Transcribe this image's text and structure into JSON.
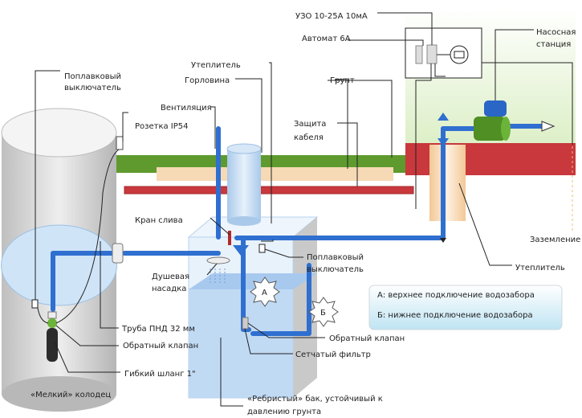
{
  "labels": {
    "float_switch_well_1": "Поплавковый",
    "float_switch_well_2": "выключатель",
    "socket": "Розетка IP54",
    "insulation_top": "Утеплитель",
    "neck": "Горловина",
    "ventilation": "Вентиляция",
    "ground": "Грунт",
    "cable_protection_1": "Защита",
    "cable_protection_2": "кабеля",
    "rcd": "УЗО  10-25А  10мА",
    "breaker": "Автомат 6А",
    "pump_station_1": "Насосная",
    "pump_station_2": "станция",
    "drain_valve": "Кран слива",
    "float_switch_tank_1": "Поплавковый",
    "float_switch_tank_2": "выключатель",
    "shower_head_1": "Душевая",
    "shower_head_2": "насадка",
    "marker_a": "А",
    "marker_b": "Б",
    "grounding": "Заземление",
    "insulation_right": "Утеплитель",
    "pipe_pnd": "Труба ПНД  32 мм",
    "check_valve_well": "Обратный клапан",
    "check_valve_tank": "Обратный клапан",
    "mesh_filter": "Сетчатый фильтр",
    "flex_hose": "Гибкий шланг 1\"",
    "shallow_well": "«Мелкий» колодец",
    "tank_1": "«Ребристый» бак, устойчивый к",
    "tank_2": "давлению грунта"
  },
  "legend": {
    "a": "А: верхнее подключение водозабора",
    "b": "Б: нижнее подключение водозабора"
  },
  "colors": {
    "pipe": "#2f6fd0",
    "ground_green": "#5e9a2e",
    "cable_red": "#c8383c",
    "insulation": "#f6d9b5",
    "water": "#cfe4f7",
    "pump_green": "#4f8f23",
    "pump_blue": "#2a66c6"
  }
}
